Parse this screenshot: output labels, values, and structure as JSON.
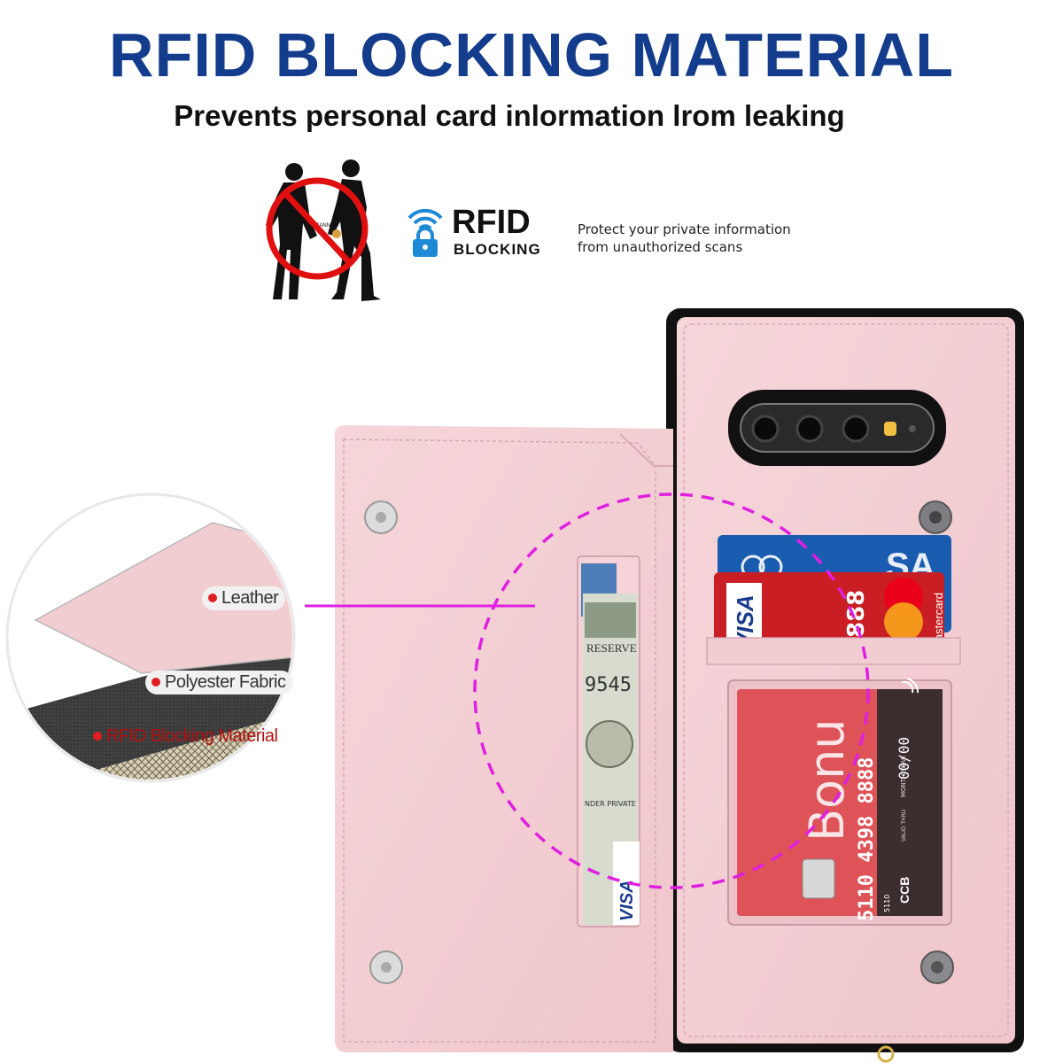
{
  "header": {
    "title": "RFID BLOCKING MATERIAL",
    "subtitle": "Prevents personal card inlormation lrom leaking"
  },
  "badge": {
    "scanner_text": "SCANNER",
    "rfid_title": "RFID",
    "rfid_subtitle": "BLOCKING",
    "protect_line1": "Protect your private information",
    "protect_line2": "from unauthorized scans"
  },
  "layers": {
    "leather": "Leather",
    "polyester": "Polyester Fabric",
    "rfid": "RFID Blocking Material"
  },
  "cards": {
    "visa_text": "VISA",
    "mastercard_text": "mastercard",
    "blue_card_text": "SA",
    "digits": "888",
    "bank_card_name": "Bonu",
    "bank_card_number": "5110 4398 8888",
    "bank_card_small": "5110",
    "bank_card_issuer": "CCB",
    "bank_card_valid": "00/00",
    "bank_card_month_year": "MONTH/YEAR",
    "bank_card_valid_thru": "VALID THRU"
  },
  "cash": {
    "serial": "9545",
    "reserve": "RESERVE",
    "tender": "NDER PRIVATE"
  },
  "colors": {
    "title_blue": "#143c8c",
    "leather_pink": "#f2cdd2",
    "callout_magenta": "#e020e0",
    "rfid_blue": "#1e8ad6"
  }
}
